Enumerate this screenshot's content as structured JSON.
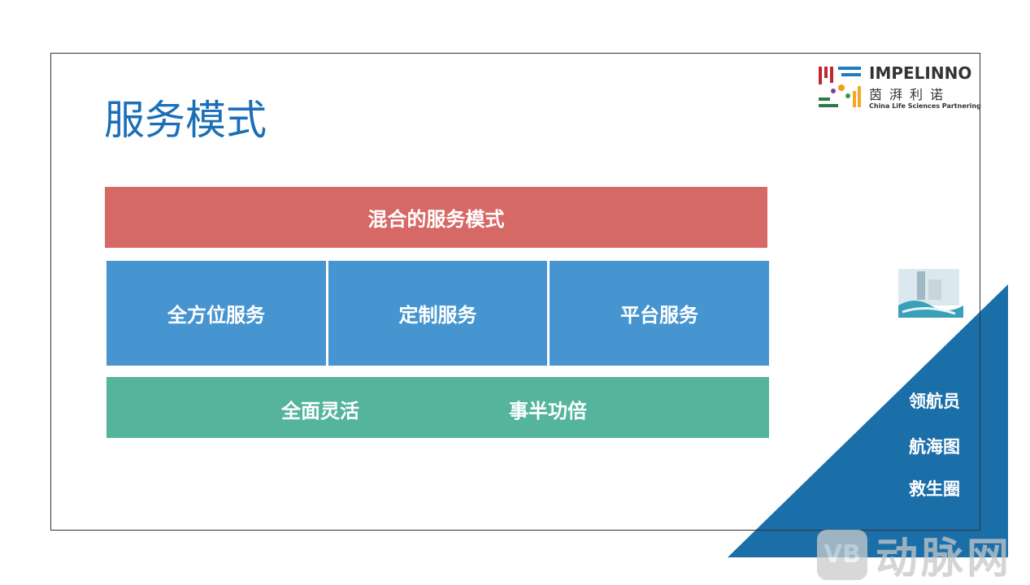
{
  "title": "服务模式",
  "logo": {
    "brand": "IMPELINNO",
    "cn": "茵湃利诺",
    "tagline": "China Life Sciences Partnering"
  },
  "top_bar": "混合的服务模式",
  "middle": [
    "全方位服务",
    "定制服务",
    "平台服务"
  ],
  "bottom": [
    "全面灵活",
    "事半功倍"
  ],
  "side_items": [
    "领航员",
    "航海图",
    "救生圈"
  ],
  "watermark": {
    "badge": "VB",
    "text": "动脉网"
  },
  "colors": {
    "title": "#1a6fb8",
    "red": "#d66966",
    "blue": "#4795d0",
    "green": "#55b49c",
    "triangle": "#1b6fa8"
  }
}
